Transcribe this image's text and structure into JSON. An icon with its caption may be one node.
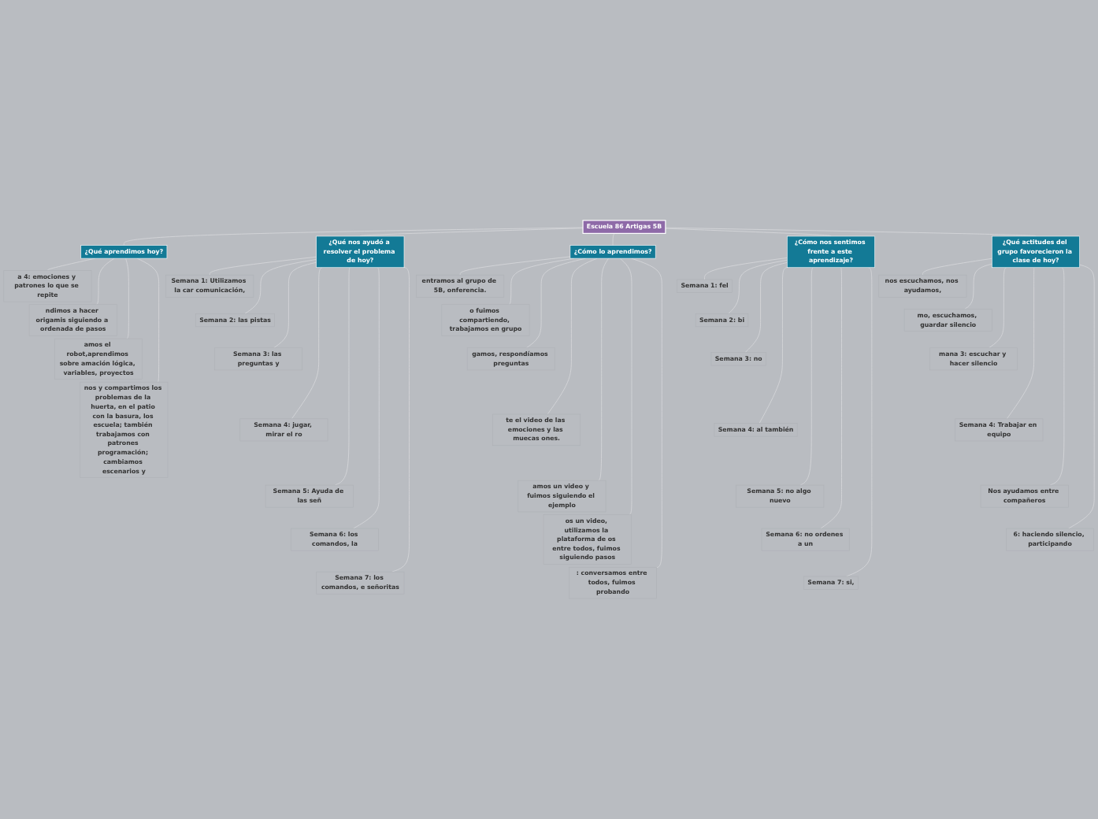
{
  "diagram": {
    "nodes": [
      {
        "text": [
          "Escuela 86 Artigas 5B"
        ]
      },
      {
        "text": [
          "¿Qué aprendimos hoy?"
        ]
      },
      {
        "text": [
          "a 4: emociones y patrones lo que se repite"
        ]
      },
      {
        "text": [
          "ndimos a hacer origamis siguiendo a ordenada de pasos"
        ]
      },
      {
        "text": [
          "amos el robot,aprendimos sobre amación lógica, variables, proyectos"
        ]
      },
      {
        "text": [
          "nos y compartimos los problemas de la huerta, en el patio con la basura, los escuela; también trabajamos con patrones programación; cambiamos escenarios y"
        ]
      },
      {
        "text": [
          "¿Qué nos ayudó a resolver el problema de hoy?"
        ]
      },
      {
        "text": [
          "Semana 1: Utilizamos la car comunicación,"
        ]
      },
      {
        "text": [
          "Semana 2: las pistas"
        ]
      },
      {
        "text": [
          "Semana 3: las preguntas y"
        ]
      },
      {
        "text": [
          "Semana 4: jugar, mirar el ro"
        ]
      },
      {
        "text": [
          "Semana 5: Ayuda de las señ"
        ]
      },
      {
        "text": [
          "Semana 6: los comandos, la"
        ]
      },
      {
        "text": [
          "Semana 7: los comandos, e señoritas"
        ]
      },
      {
        "text": [
          "¿Cómo lo aprendimos?"
        ]
      },
      {
        "text": [
          "entramos al grupo de 5B, onferencia."
        ]
      },
      {
        "text": [
          "o fuimos compartiendo, trabajamos en grupo"
        ]
      },
      {
        "text": [
          "gamos, respondíamos preguntas"
        ]
      },
      {
        "text": [
          "te el video de las emociones y las muecas ones."
        ]
      },
      {
        "text": [
          "amos un video y fuimos siguiendo el ejemplo"
        ]
      },
      {
        "text": [
          "os un video, utilizamos la plataforma de os entre todos, fuimos siguiendo pasos"
        ]
      },
      {
        "text": [
          ": conversamos entre todos, fuimos probando"
        ]
      },
      {
        "text": [
          "¿Cómo nos sentimos frente a este aprendizaje?"
        ]
      },
      {
        "text": [
          "Semana 1: fel"
        ]
      },
      {
        "text": [
          "Semana 2: bi"
        ]
      },
      {
        "text": [
          "Semana 3: no"
        ]
      },
      {
        "text": [
          "Semana 4: al también"
        ]
      },
      {
        "text": [
          "Semana 5: no algo nuevo"
        ]
      },
      {
        "text": [
          "Semana 6: no ordenes a un"
        ]
      },
      {
        "text": [
          "Semana 7: si,"
        ]
      },
      {
        "text": [
          "¿Qué actitudes del grupo favorecieron la clase de hoy?"
        ]
      },
      {
        "text": [
          "nos escuchamos, nos ayudamos,"
        ]
      },
      {
        "text": [
          "mo, escuchamos, guardar silencio"
        ]
      },
      {
        "text": [
          "mana 3: escuchar y hacer silencio"
        ]
      },
      {
        "text": [
          "Semana 4: Trabajar en equipo"
        ]
      },
      {
        "text": [
          "Nos ayudamos entre compañeros"
        ]
      },
      {
        "text": [
          "6: haciendo silencio, participando"
        ]
      }
    ],
    "edges": [
      {
        "from": 0,
        "to": 1,
        "arrow": "none"
      },
      {
        "from": 1,
        "to": 2,
        "arrow": "none"
      },
      {
        "from": 1,
        "to": 3,
        "arrow": "none"
      },
      {
        "from": 1,
        "to": 4,
        "arrow": "none"
      },
      {
        "from": 1,
        "to": 5,
        "arrow": "none"
      },
      {
        "from": 0,
        "to": 6,
        "arrow": "none"
      },
      {
        "from": 6,
        "to": 7,
        "arrow": "none"
      },
      {
        "from": 6,
        "to": 8,
        "arrow": "none"
      },
      {
        "from": 6,
        "to": 9,
        "arrow": "none"
      },
      {
        "from": 6,
        "to": 10,
        "arrow": "none"
      },
      {
        "from": 6,
        "to": 11,
        "arrow": "none"
      },
      {
        "from": 6,
        "to": 12,
        "arrow": "none"
      },
      {
        "from": 6,
        "to": 13,
        "arrow": "none"
      },
      {
        "from": 0,
        "to": 14,
        "arrow": "none"
      },
      {
        "from": 14,
        "to": 15,
        "arrow": "none"
      },
      {
        "from": 14,
        "to": 16,
        "arrow": "none"
      },
      {
        "from": 14,
        "to": 17,
        "arrow": "none"
      },
      {
        "from": 14,
        "to": 18,
        "arrow": "none"
      },
      {
        "from": 14,
        "to": 19,
        "arrow": "none"
      },
      {
        "from": 14,
        "to": 20,
        "arrow": "none"
      },
      {
        "from": 14,
        "to": 21,
        "arrow": "none"
      },
      {
        "from": 0,
        "to": 22,
        "arrow": "none"
      },
      {
        "from": 22,
        "to": 23,
        "arrow": "none"
      },
      {
        "from": 22,
        "to": 24,
        "arrow": "none"
      },
      {
        "from": 22,
        "to": 25,
        "arrow": "none"
      },
      {
        "from": 22,
        "to": 26,
        "arrow": "none"
      },
      {
        "from": 22,
        "to": 27,
        "arrow": "none"
      },
      {
        "from": 22,
        "to": 28,
        "arrow": "none"
      },
      {
        "from": 22,
        "to": 29,
        "arrow": "none"
      },
      {
        "from": 0,
        "to": 30,
        "arrow": "none"
      },
      {
        "from": 30,
        "to": 31,
        "arrow": "none"
      },
      {
        "from": 30,
        "to": 32,
        "arrow": "none"
      },
      {
        "from": 30,
        "to": 33,
        "arrow": "none"
      },
      {
        "from": 30,
        "to": 34,
        "arrow": "none"
      },
      {
        "from": 30,
        "to": 35,
        "arrow": "none"
      },
      {
        "from": 30,
        "to": 36,
        "arrow": "none"
      }
    ]
  }
}
